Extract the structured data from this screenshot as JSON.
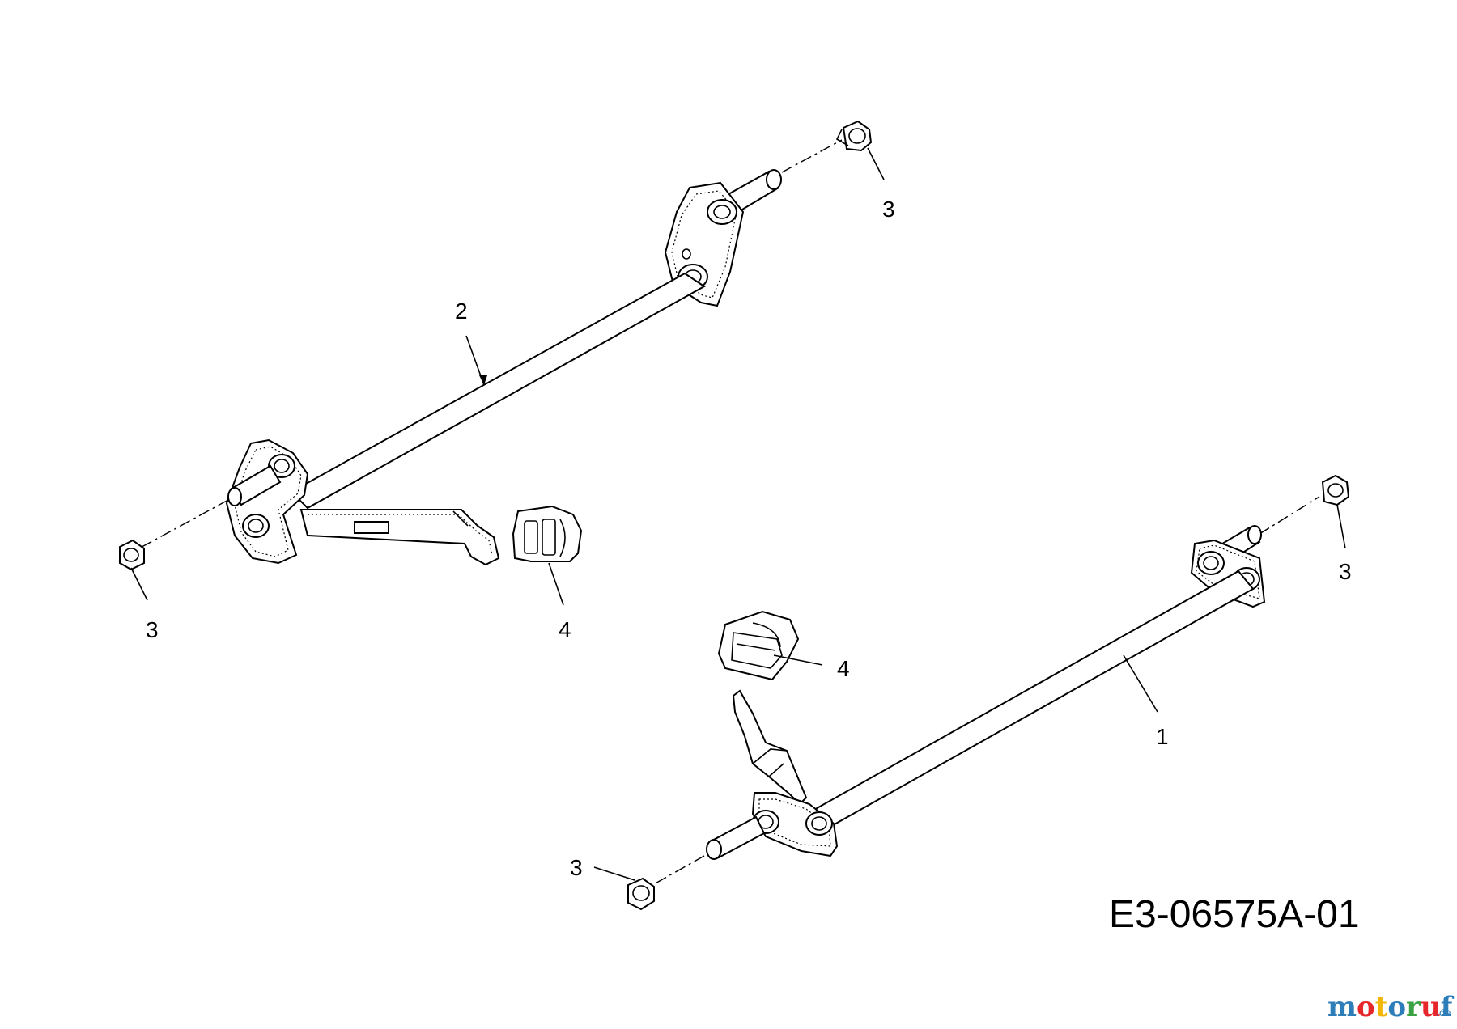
{
  "diagram": {
    "drawing_code": "E3-06575A-01",
    "callouts": [
      {
        "id": "c3a",
        "text": "3"
      },
      {
        "id": "c2",
        "text": "2"
      },
      {
        "id": "c3b",
        "text": "3"
      },
      {
        "id": "c4a",
        "text": "4"
      },
      {
        "id": "c3c",
        "text": "3"
      },
      {
        "id": "c4b",
        "text": "4"
      },
      {
        "id": "c1",
        "text": "1"
      },
      {
        "id": "c3d",
        "text": "3"
      }
    ]
  },
  "watermark": {
    "letters": [
      "m",
      "o",
      "t",
      "o",
      "r",
      "u",
      "f"
    ],
    "letter_colors": [
      "#2d7db8",
      "#e5262b",
      "#f2b705",
      "#2d7db8",
      "#3aa244",
      "#e5262b",
      "#2d7db8"
    ],
    "suffix": ".de"
  }
}
